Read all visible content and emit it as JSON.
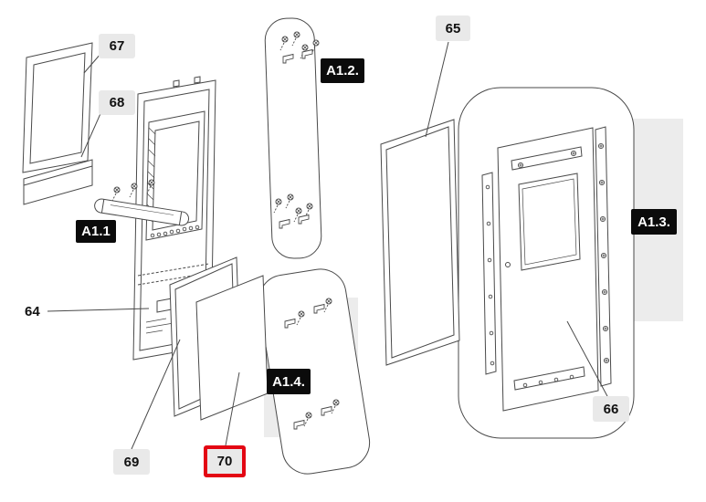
{
  "diagram": {
    "part_labels": {
      "p64": "64",
      "p65": "65",
      "p66": "66",
      "p67": "67",
      "p68": "68",
      "p69": "69",
      "p70": "70"
    },
    "assembly_labels": {
      "a1_1": "A1.1",
      "a1_2": "A1.2.",
      "a1_3": "A1.3.",
      "a1_4": "A1.4."
    },
    "highlighted_part": "70"
  },
  "colors": {
    "badge_bg": "#e9e9e9",
    "badge_text": "#111111",
    "assembly_badge_bg": "#0b0b0b",
    "assembly_badge_text": "#ffffff",
    "highlight_border": "#e30613",
    "line_art": "#4a4a4a",
    "panel_shade": "#ececec"
  }
}
